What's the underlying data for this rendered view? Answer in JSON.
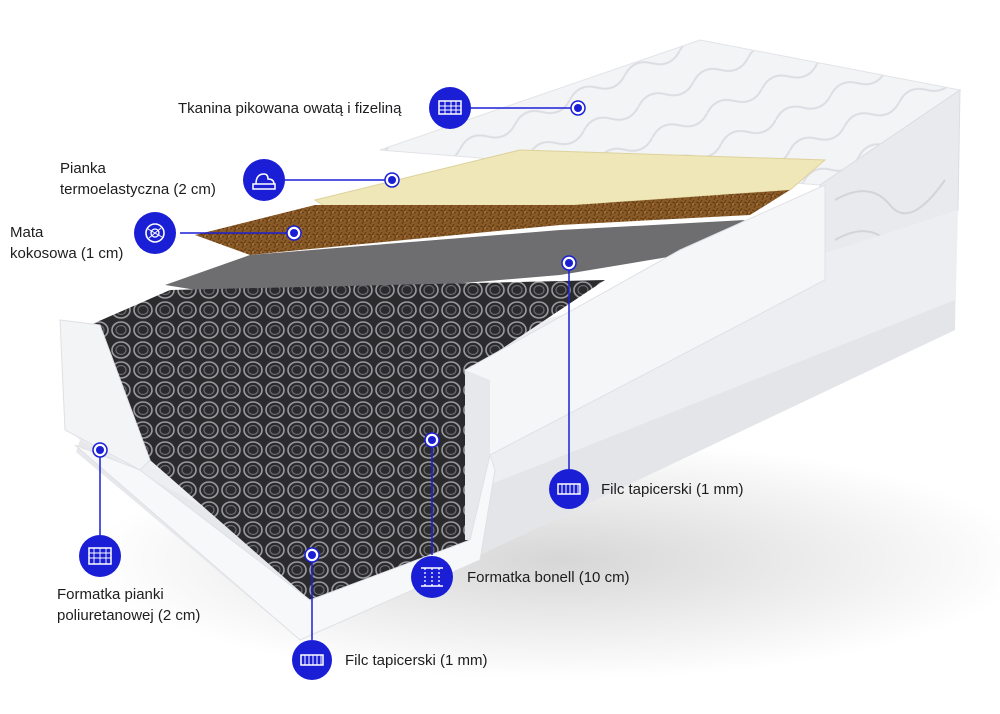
{
  "colors": {
    "accent": "#1a1fd6",
    "cover": "#f3f4f6",
    "spring_dark": "#2a2a2c",
    "felt": "#6e6e70",
    "coconut": "#8a5a26",
    "foam_yellow": "#efe7b8",
    "text": "#1d1d1f"
  },
  "labels": {
    "cover": "Tkanina pikowana owatą i fizeliną",
    "memory_foam_line1": "Pianka",
    "memory_foam_line2": "termoelastyczna (2 cm)",
    "coconut_line1": "Mata",
    "coconut_line2": "kokosowa (1 cm)",
    "felt_right": "Filc tapicerski (1 mm)",
    "bonell": "Formatka bonell (10 cm)",
    "pu_foam_line1": "Formatka pianki",
    "pu_foam_line2": "poliuretanowej (2 cm)",
    "felt_bottom": "Filc tapicerski (1 mm)"
  },
  "icons": {
    "cover": "quilted-fabric-icon",
    "memory_foam": "memory-foam-icon",
    "coconut": "coconut-mat-icon",
    "felt_right": "felt-layer-icon",
    "bonell": "bonell-spring-icon",
    "pu_foam": "pu-foam-icon",
    "felt_bottom": "felt-layer-icon"
  }
}
